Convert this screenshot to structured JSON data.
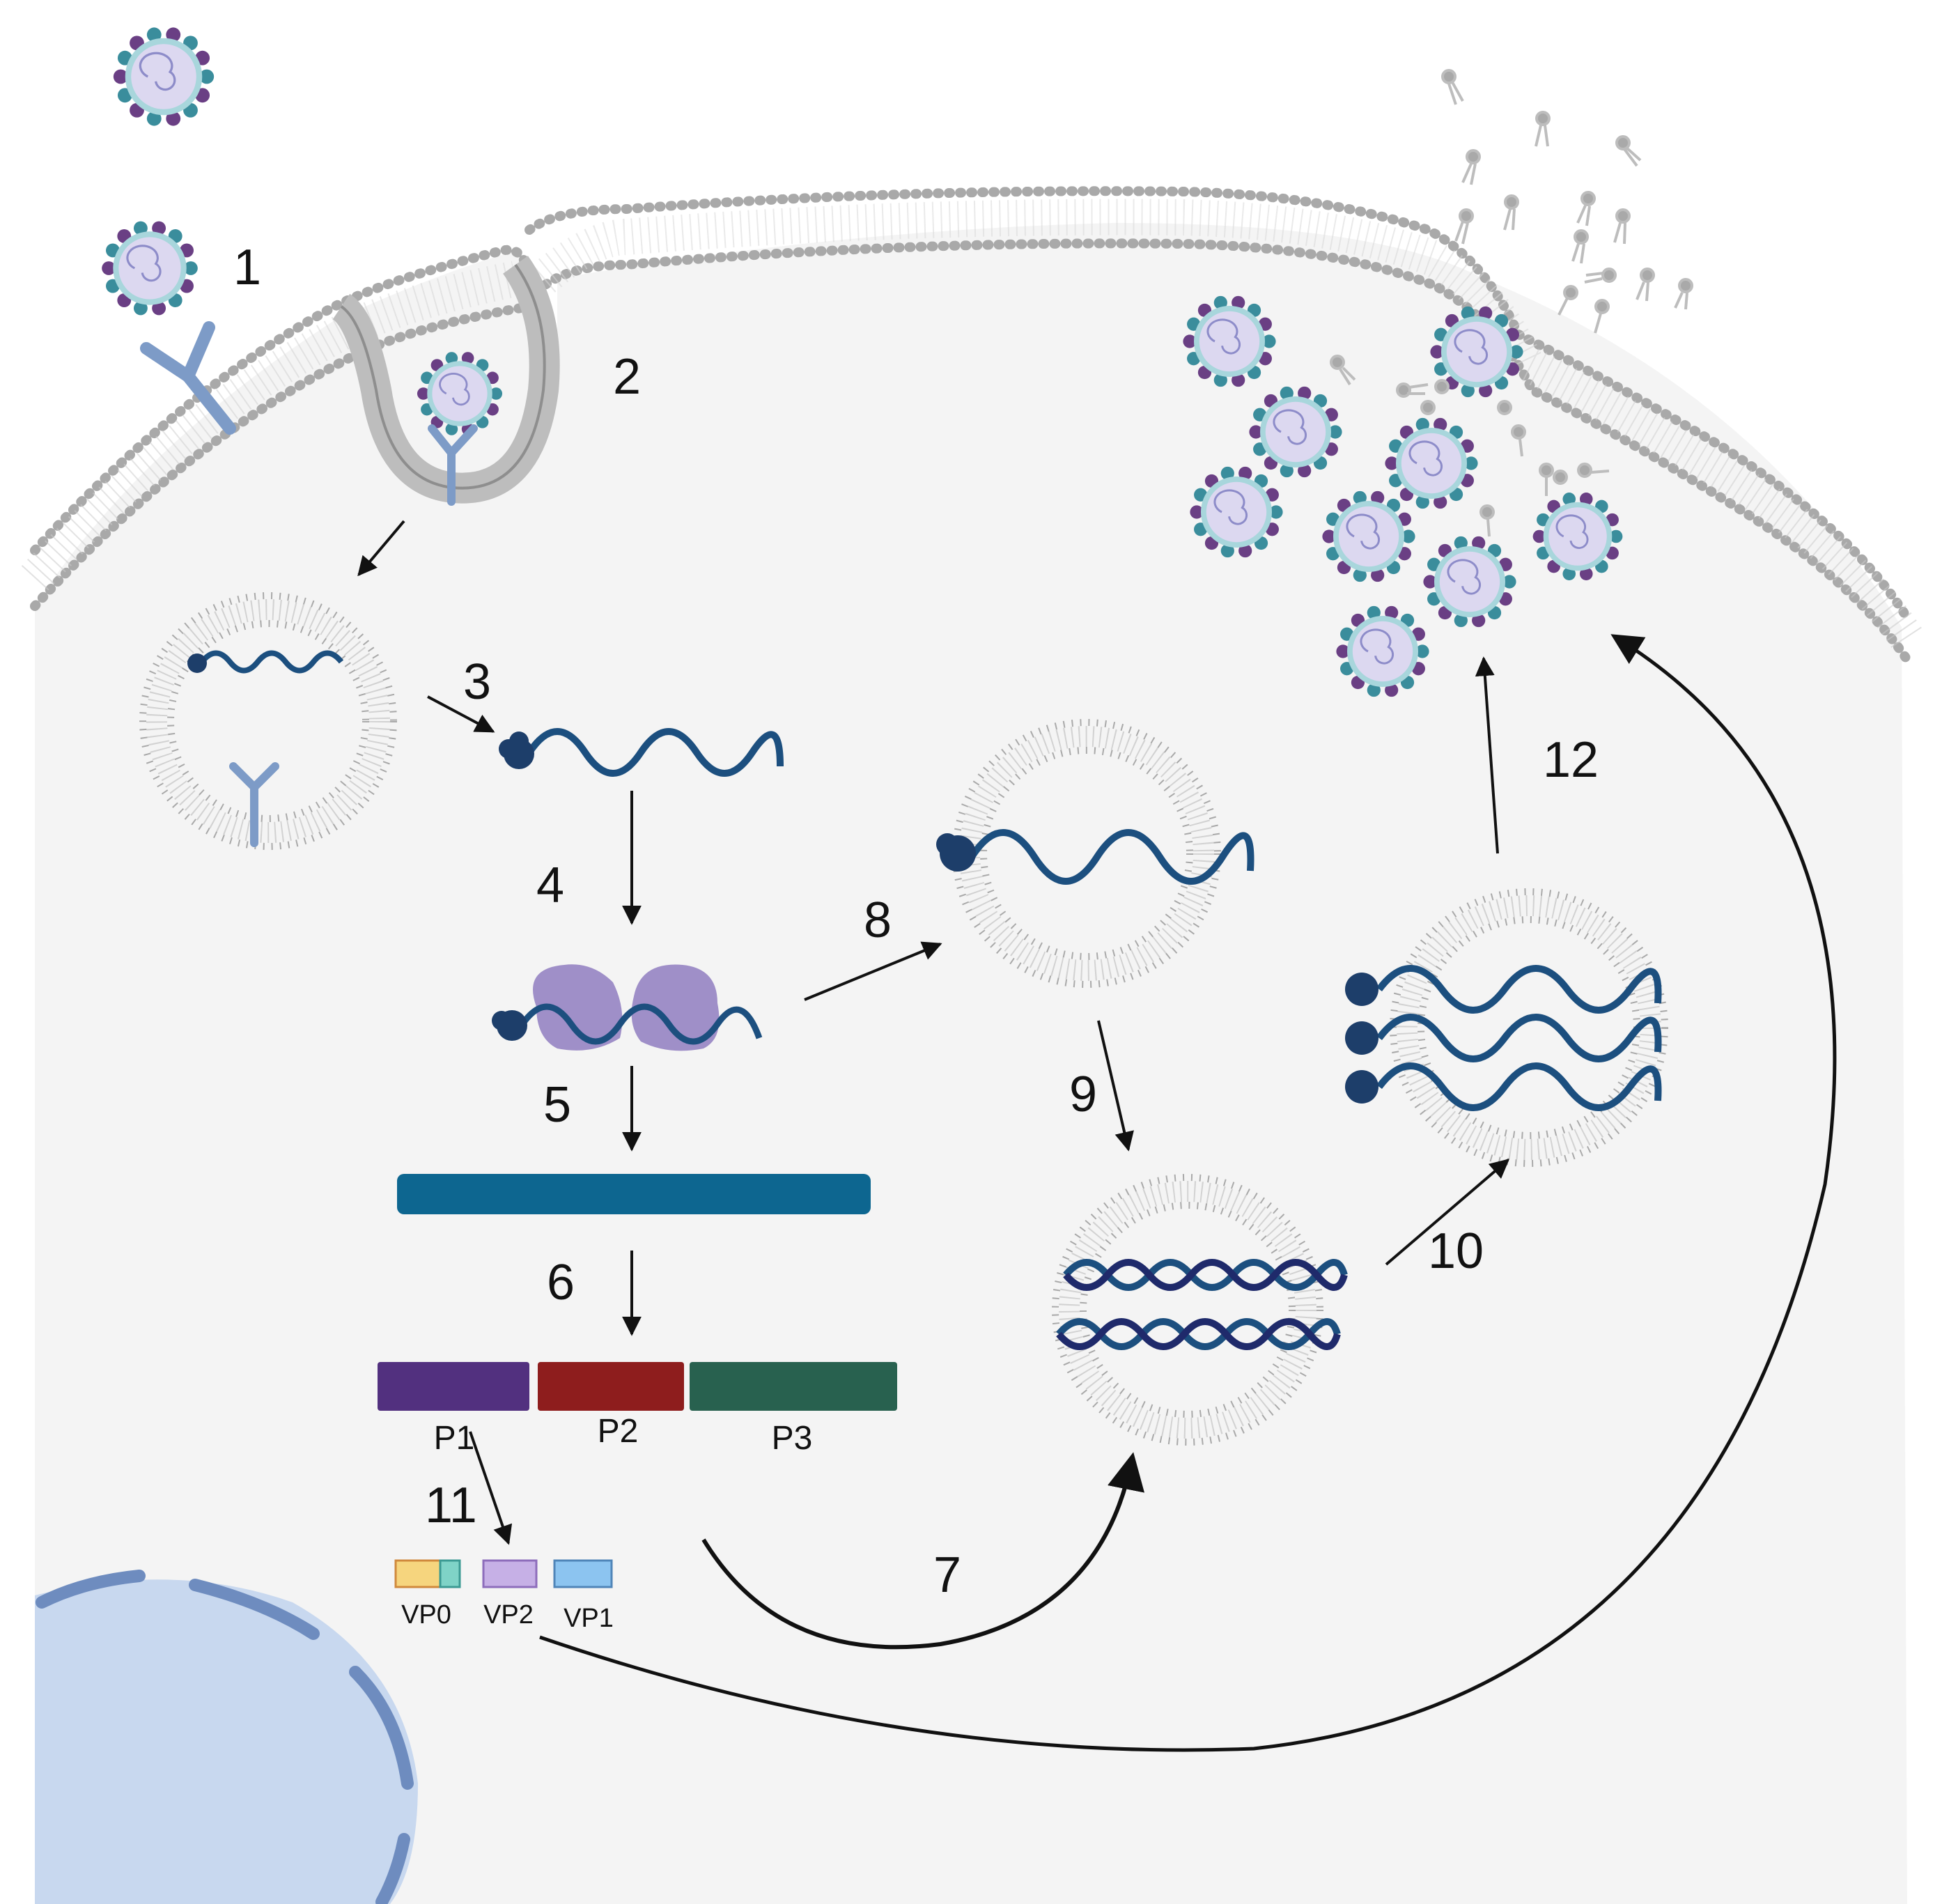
{
  "colors": {
    "cell_fill": "#f4f4f4",
    "membrane_head": "#a6a6a6",
    "membrane_tail": "#cfcfcf",
    "rna": "#1c4f7f",
    "rna_dark": "#1f2a6b",
    "cap": "#1d3e6a",
    "ribosome": "#8f7cbf",
    "polyprotein": "#0d6690",
    "p1": "#52307f",
    "p2": "#8e1d1d",
    "p3": "#28614f",
    "receptor": "#7d9bc7",
    "virion_core": "#dcd8f0",
    "virion_ring": "#a8d6dc",
    "spike_a": "#3a8d9c",
    "spike_b": "#6a3f84",
    "nucleus": "#c8d8ef",
    "nucleus_edge": "#6e8cbf",
    "vp0_a": "#f6d57e",
    "vp0_b": "#7fd3c7",
    "vp2": "#c6b0e6",
    "vp1": "#8cc4f0",
    "arrow": "#111111"
  },
  "steps": {
    "s1": "1",
    "s2": "2",
    "s3": "3",
    "s4": "4",
    "s5": "5",
    "s6": "6",
    "s7": "7",
    "s8": "8",
    "s9": "9",
    "s10": "10",
    "s11": "11",
    "s12": "12"
  },
  "segments": {
    "p1": "P1",
    "p2": "P2",
    "p3": "P3"
  },
  "vp": {
    "vp0": "VP0",
    "vp2": "VP2",
    "vp1": "VP1"
  }
}
